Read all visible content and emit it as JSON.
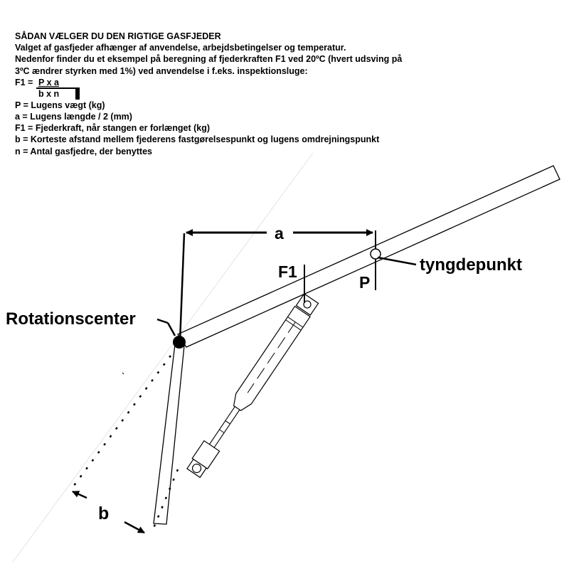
{
  "heading": "SÅDAN VÆLGER DU DEN RIGTIGE GASFJEDER",
  "intro_lines": [
    "Valget af gasfjeder afhænger af anvendelse, arbejdsbetingelser og temperatur.",
    "Nedenfor finder du et eksempel på beregning af fjederkraften F1 ved 20ºC (hvert udsving på",
    "3ºC ændrer styrken med 1%) ved anvendelse i f.eks. inspektionsluge:"
  ],
  "formula": {
    "lhs": "F1 = ",
    "numerator": "P x a",
    "denominator": "b x n"
  },
  "definitions": [
    "P = Lugens vægt (kg)",
    "a = Lugens længde / 2 (mm)",
    "F1 = Fjederkraft, når stangen er forlænget (kg)",
    "b = Korteste afstand mellem fjederens fastgørelsespunkt og lugens omdrejningspunkt",
    "n = Antal gasfjedre, der benyttes"
  ],
  "diagram": {
    "label_a": "a",
    "label_b": "b",
    "label_f1": "F1",
    "label_p": "P",
    "label_cg": "tyngdepunkt",
    "label_rotation": "Rotationscenter"
  }
}
